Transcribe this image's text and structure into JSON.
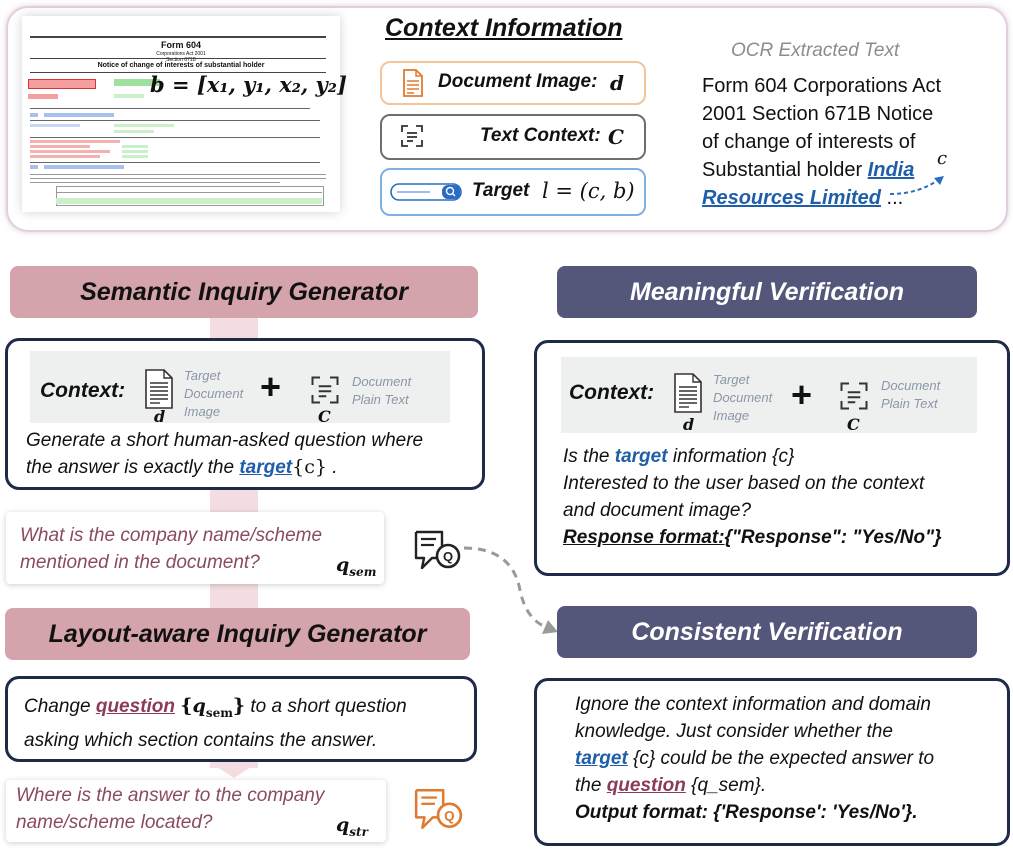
{
  "context_panel": {
    "title": "Context Information",
    "doc_thumb": {
      "form_title": "Form 604",
      "form_sub1": "Corporations Act 2001",
      "form_sub2": "Section 671B",
      "form_heading": "Notice of change of interests of substantial holder"
    },
    "bbox_formula": "b = [x₁, y₁, x₂, y₂]",
    "document_image_label": "Document Image:",
    "document_image_symbol": "d",
    "text_context_label": "Text Context:",
    "text_context_symbol": "C",
    "target_label": "Target",
    "target_formula": "l = (c, b)",
    "ocr_title": "OCR Extracted Text",
    "ocr_line1": "Form 604 Corporations Act",
    "ocr_line2": "2001 Section  671B Notice",
    "ocr_line3": "of change of interests of",
    "ocr_line4_prefix": "Substantial holder",
    "ocr_highlight1": "India",
    "ocr_highlight2": "Resources Limited",
    "ocr_ellipsis": "...",
    "ocr_c_marker": "c"
  },
  "semantic_generator": {
    "header": "Semantic Inquiry Generator",
    "context_label": "Context:",
    "doc_caption": "Target Document Image",
    "doc_symbol": "d",
    "plus": "+",
    "text_caption": "Document Plain Text",
    "text_symbol": "C",
    "prompt_line1": "Generate a short human-asked question where",
    "prompt_line2_prefix": "the answer is exactly the",
    "prompt_target": "target",
    "prompt_var": "{c}",
    "prompt_end": " ."
  },
  "semantic_question": {
    "line1": "What is the company name/scheme",
    "line2": "mentioned in the document?",
    "symbol": "q_sem"
  },
  "layout_generator": {
    "header": "Layout-aware Inquiry Generator",
    "prompt_prefix": "Change",
    "prompt_question": "question",
    "prompt_var": "{q_sem}",
    "prompt_line1_suffix": " to a short question",
    "prompt_line2": "asking which section contains the answer."
  },
  "layout_question": {
    "line1": "Where is the answer to the company",
    "line2": "name/scheme located?",
    "symbol": "q_str"
  },
  "meaningful_verification": {
    "header": "Meaningful Verification",
    "context_label": "Context:",
    "doc_caption": "Target Document Image",
    "doc_symbol": "d",
    "plus": "+",
    "text_caption": "Document Plain Text",
    "text_symbol": "C",
    "line1_prefix": "Is the",
    "line1_target": "target",
    "line1_suffix": " information {c}",
    "line2": "Interested to the user based on the context",
    "line3": "and document image?",
    "format_label": "Response format:",
    "format_value": "{\"Response\": \"Yes/No\"}"
  },
  "consistent_verification": {
    "header": "Consistent Verification",
    "line1": "Ignore the context information and domain",
    "line2": "knowledge. Just consider whether the",
    "line3_target": "target",
    "line3_suffix": " {c} could be the expected answer to",
    "line4_prefix": "the ",
    "line4_question": "question",
    "line4_suffix": " {q_sem}.",
    "line5": "Output format: {'Response': 'Yes/No'}."
  },
  "colors": {
    "pink_header": "#d4a3ac",
    "navy_header": "#54567a",
    "card_border": "#1e2a4a",
    "blue_highlight": "#1f5ea8",
    "rose_highlight": "#8a3a5a",
    "orange_icon": "#e07a2e"
  }
}
